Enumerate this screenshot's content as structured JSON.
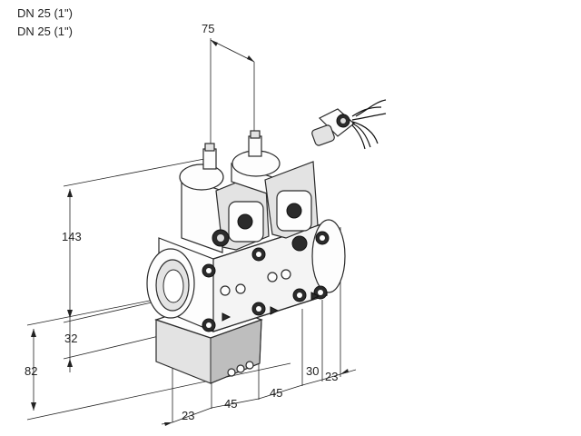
{
  "header": {
    "line1": "DN 25 (1\")",
    "line2": "DN 25 (1\")"
  },
  "dimensions": {
    "top_spacing": "75",
    "height_main": "143",
    "height_lower": "32",
    "height_base": "82",
    "bottom_a": "23",
    "bottom_b": "45",
    "bottom_c": "45",
    "right_a": "30",
    "right_b": "23"
  },
  "colors": {
    "line": "#222222",
    "shade": "#e3e3e3",
    "dark": "#2b2b2b"
  },
  "icons": [
    "solenoid-connector-icon"
  ]
}
